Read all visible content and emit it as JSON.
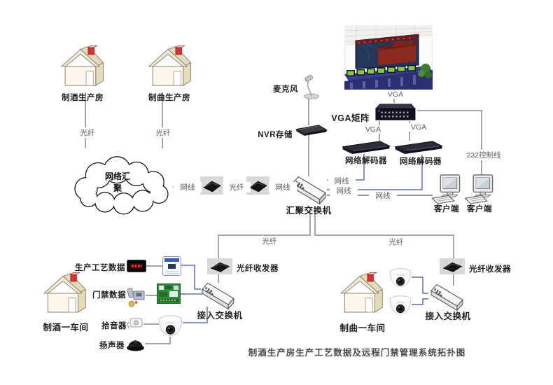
{
  "caption": "制酒生产房生产工艺数据及远程门禁管理系统拓扑图",
  "colors": {
    "line_gray": "#85858d",
    "line_blue": "#5f6fae",
    "chimney_red": "#cc3333"
  },
  "nodes": {
    "houseWineRoom": "制酒生产房",
    "houseQuRoom": "制曲生产房",
    "cloud1": "网络汇",
    "cloud2": "聚",
    "mic": "麦克风",
    "nvr": "NVR存储",
    "vgaMatrix": "VGA矩阵",
    "decoder1": "网络解码器",
    "decoder2": "网络解码器",
    "aggSwitch": "汇聚交换机",
    "client1": "客户端",
    "client2": "客户端",
    "ftLeft": "光纤收发器",
    "ftRight": "光纤收发器",
    "accessSwitchLeft": "接入交换机",
    "accessSwitchRight": "接入交换机",
    "houseWineWorkshop": "制酒一车间",
    "houseQuWorkshop": "制曲一车间",
    "prodData": "生产工艺数据",
    "doorData": "门禁数据",
    "pickup": "拾音器",
    "speaker": "扬声器"
  },
  "edges": {
    "fiberHouse1": "光纤",
    "fiberHouse2": "光纤",
    "netCloud": "网线",
    "fiberMid": "光纤",
    "netMid": "网线",
    "vgaWall": "VGA",
    "vgaDec1": "VGA",
    "vgaDec2": "VGA",
    "ctrl232": "232控制线",
    "netDec1": "网线",
    "netDec2": "网线",
    "netClient": "网线",
    "fiberLeft": "光纤",
    "fiberRight": "光纤"
  }
}
